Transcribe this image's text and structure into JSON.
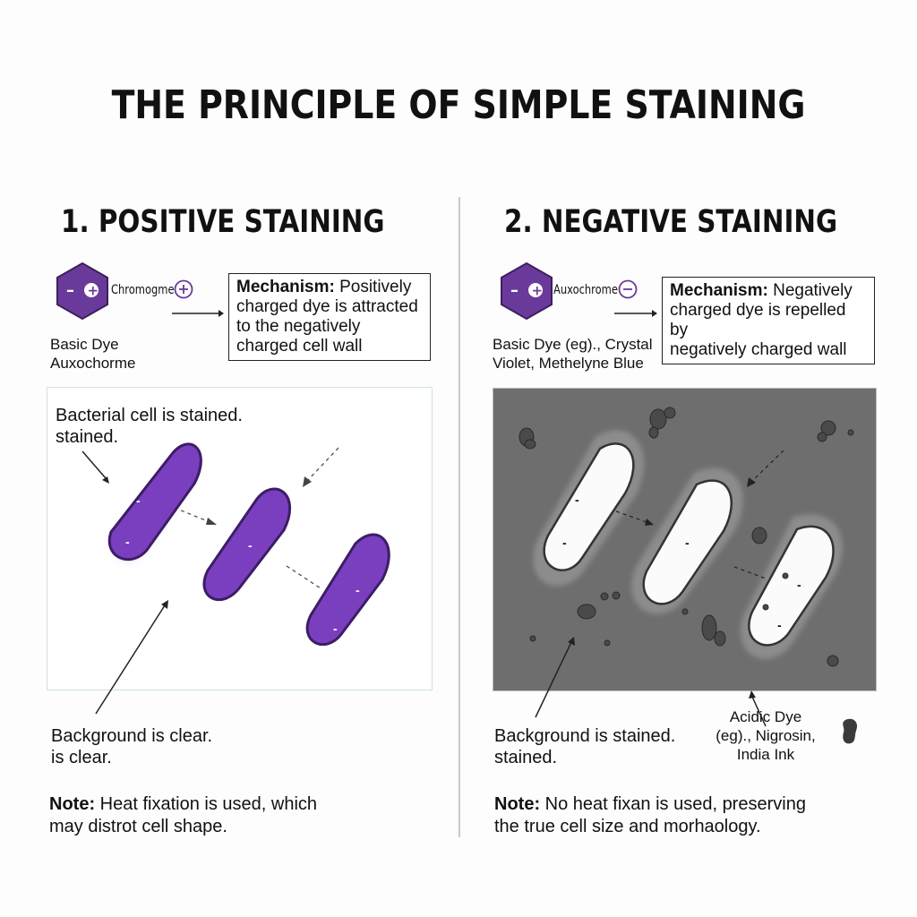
{
  "title": "THE PRINCIPLE OF SIMPLE STAINING",
  "positive": {
    "heading": "1. POSITIVE STAINING",
    "dye_label": "Chromogme",
    "dye_caption": [
      "Basic Dye",
      "Auxochorme"
    ],
    "mechanism_label": "Mechanism:",
    "mechanism_text": [
      "Positively",
      "charged dye is attracted",
      "to the negatively",
      "charged cell wall"
    ],
    "cell_caption": [
      "Bacterial cell is stained.",
      "stained."
    ],
    "background_caption": [
      "Background is clear.",
      "is clear."
    ],
    "note_label": "Note:",
    "note_text": [
      "Heat fixation is used, which",
      "may distrot cell shape."
    ],
    "cell_color": "#7a3fbf",
    "charge_sign": "-"
  },
  "negative": {
    "heading": "2. NEGATIVE STAINING",
    "dye_label": "Auxochrome",
    "dye_caption": [
      "Basic Dye (eg)., Crystal",
      "Violet, Methelyne Blue"
    ],
    "mechanism_label": "Mechanism:",
    "mechanism_text": [
      "Negatively",
      "charged dye is repelled by",
      "negatively charged wall"
    ],
    "background_caption": [
      "Background is stained.",
      "stained."
    ],
    "acidic_caption": [
      "Acidic Dye",
      "(eg)., Nigrosin,",
      "India Ink"
    ],
    "note_label": "Note:",
    "note_text": [
      "No heat fixan is used, preserving",
      "the true cell size and morhaology."
    ],
    "background_color": "#6e6e6e",
    "charge_sign": "-"
  },
  "hex_color": "#6a3a9a"
}
